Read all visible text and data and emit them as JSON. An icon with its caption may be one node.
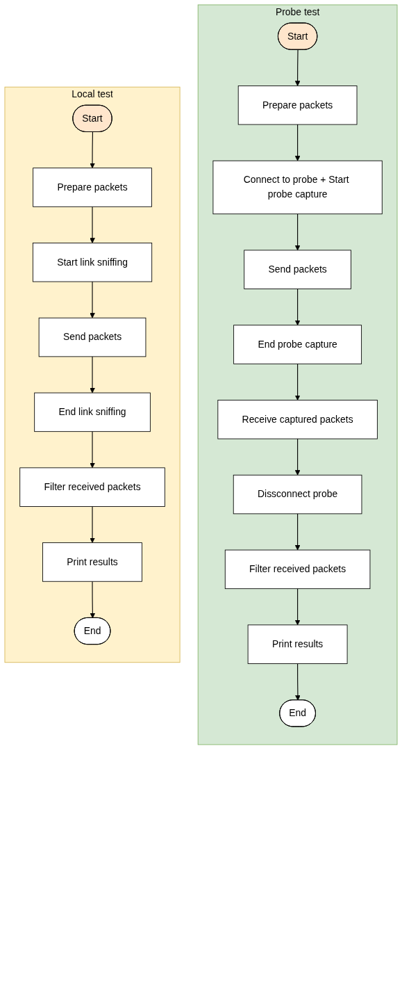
{
  "diagram": {
    "nodes": [
      {
        "text": [
          "Probe test"
        ]
      },
      {
        "text": [
          "Start"
        ],
        "in": 0
      },
      {
        "text": [
          "Prepare packets"
        ],
        "in": 0
      },
      {
        "text": [
          "Connect to probe + Start probe capture"
        ],
        "in": 0
      },
      {
        "text": [
          "Send packets"
        ],
        "in": 0
      },
      {
        "text": [
          "End probe capture"
        ],
        "in": 0
      },
      {
        "text": [
          "Receive captured packets"
        ],
        "in": 0
      },
      {
        "text": [
          "Dissconnect probe"
        ],
        "in": 0
      },
      {
        "text": [
          "Filter received packets"
        ],
        "in": 0
      },
      {
        "text": [
          "Print results"
        ],
        "in": 0
      },
      {
        "text": [
          "End"
        ],
        "in": 0
      },
      {
        "text": [
          "Local test"
        ]
      },
      {
        "text": [
          "Start"
        ],
        "in": 11
      },
      {
        "text": [
          "Prepare packets"
        ],
        "in": 11
      },
      {
        "text": [
          "Start link sniffing"
        ],
        "in": 11
      },
      {
        "text": [
          "Send packets"
        ],
        "in": 11
      },
      {
        "text": [
          "End link sniffing"
        ],
        "in": 11
      },
      {
        "text": [
          "Filter received packets"
        ],
        "in": 11
      },
      {
        "text": [
          "Print results"
        ],
        "in": 11
      },
      {
        "text": [
          "End"
        ],
        "in": 11
      }
    ],
    "edges": [
      {
        "from": 1,
        "to": 2,
        "arrow": "to"
      },
      {
        "from": 2,
        "to": 3,
        "arrow": "to"
      },
      {
        "from": 3,
        "to": 4,
        "arrow": "to"
      },
      {
        "from": 4,
        "to": 5,
        "arrow": "to"
      },
      {
        "from": 5,
        "to": 6,
        "arrow": "to"
      },
      {
        "from": 6,
        "to": 7,
        "arrow": "to"
      },
      {
        "from": 7,
        "to": 8,
        "arrow": "to"
      },
      {
        "from": 8,
        "to": 9,
        "arrow": "to"
      },
      {
        "from": 9,
        "to": 10,
        "arrow": "to"
      },
      {
        "from": 12,
        "to": 13,
        "arrow": "to"
      },
      {
        "from": 13,
        "to": 14,
        "arrow": "to"
      },
      {
        "from": 14,
        "to": 15,
        "arrow": "to"
      },
      {
        "from": 15,
        "to": 16,
        "arrow": "to"
      },
      {
        "from": 16,
        "to": 17,
        "arrow": "to"
      },
      {
        "from": 17,
        "to": 18,
        "arrow": "to"
      },
      {
        "from": 18,
        "to": 19,
        "arrow": "to"
      }
    ]
  }
}
